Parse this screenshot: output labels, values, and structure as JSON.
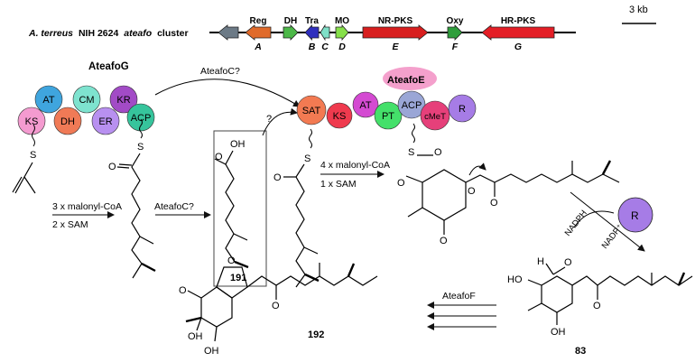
{
  "cluster": {
    "title_organism": "A. terreus",
    "title_strain": "NIH 2624",
    "title_name": "ateafo",
    "title_suffix": "cluster",
    "scale_label": "3 kb",
    "genes": [
      {
        "top": "",
        "bottom": "",
        "color": "#6c7a86"
      },
      {
        "top": "Reg",
        "bottom": "A",
        "color": "#e06a2a"
      },
      {
        "top": "DH",
        "bottom": "",
        "color": "#4cb848"
      },
      {
        "top": "Tra",
        "bottom": "B",
        "color": "#2e2ebe"
      },
      {
        "top": "",
        "bottom": "C",
        "color": "#7fe0c8"
      },
      {
        "top": "MO",
        "bottom": "D",
        "color": "#86e04a"
      },
      {
        "top": "NR-PKS",
        "bottom": "E",
        "color": "#d81e1e"
      },
      {
        "top": "Oxy",
        "bottom": "F",
        "color": "#2f9e3c"
      },
      {
        "top": "HR-PKS",
        "bottom": "G",
        "color": "#e41e26"
      }
    ]
  },
  "ateafoG": {
    "label": "AteafoG",
    "domains": [
      {
        "name": "AT",
        "color": "#3fa5de"
      },
      {
        "name": "CM",
        "color": "#7ee3cf"
      },
      {
        "name": "KR",
        "color": "#a24bc6"
      },
      {
        "name": "KS",
        "color": "#f49bd0"
      },
      {
        "name": "DH",
        "color": "#f07a56"
      },
      {
        "name": "ER",
        "color": "#b890f0"
      },
      {
        "name": "ACP",
        "color": "#36c49c"
      }
    ]
  },
  "ateafoE": {
    "label": "AteafoE",
    "badge_color": "#f4a0cc",
    "domains": [
      {
        "name": "SAT",
        "color": "#f37a52"
      },
      {
        "name": "KS",
        "color": "#ef3a4e"
      },
      {
        "name": "AT",
        "color": "#d44ad2"
      },
      {
        "name": "PT",
        "color": "#44e06a"
      },
      {
        "name": "ACP",
        "color": "#9aa6d6"
      },
      {
        "name": "cMeT",
        "color": "#e6407a"
      },
      {
        "name": "R",
        "color": "#a67ce6"
      }
    ]
  },
  "r_enzyme": {
    "name": "R",
    "color": "#a67ce6"
  },
  "labels": {
    "ateafoC_top": "AteafoC?",
    "question_mark": "?",
    "ateafoC_mid": "AteafoC?",
    "step1_line1": "3 x malonyl-CoA",
    "step1_line2": "2 x SAM",
    "step2_line1": "4 x malonyl-CoA",
    "step2_line2": "1 x SAM",
    "nadph": "NADPH",
    "nadp": "NADP⁺",
    "ateafoF": "AteafoF"
  },
  "compounds": {
    "c191": "191",
    "c192": "192",
    "c83": "83"
  },
  "atoms": {
    "S": "S",
    "O": "O",
    "OH": "OH",
    "HO": "HO",
    "H": "H"
  }
}
